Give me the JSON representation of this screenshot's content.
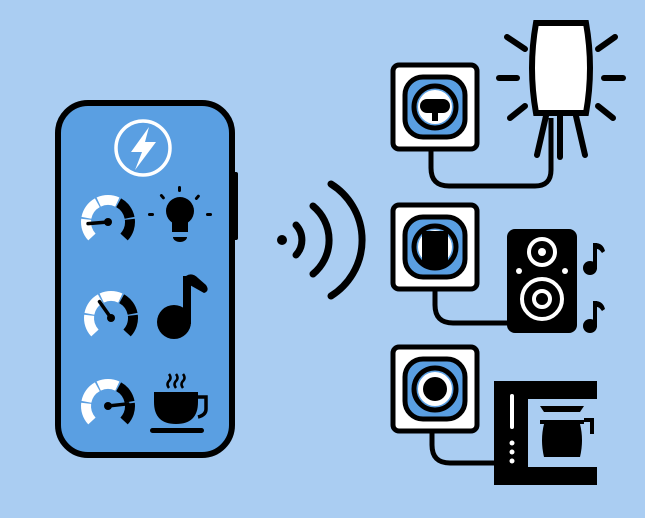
{
  "colors": {
    "background": "#aacdf2",
    "phone_screen": "#5a9fe2",
    "socket_inner": "#5a9fe2",
    "outline": "#000000",
    "highlight": "#ffffff"
  },
  "phone": {
    "header_icon": "lightning-bolt-icon",
    "rows": [
      {
        "gauge_level": 0.15,
        "device_icon": "light-bulb-icon"
      },
      {
        "gauge_level": 0.37,
        "device_icon": "music-note-icon"
      },
      {
        "gauge_level": 0.81,
        "device_icon": "coffee-cup-icon"
      }
    ]
  },
  "signal_icon": "wireless-signal-icon",
  "outlets": [
    {
      "plug": "round-plug",
      "device_icon": "floor-lamp-icon"
    },
    {
      "plug": "square-plug",
      "device_icon": "speaker-icon"
    },
    {
      "plug": "round-plug",
      "device_icon": "coffee-maker-icon"
    }
  ]
}
